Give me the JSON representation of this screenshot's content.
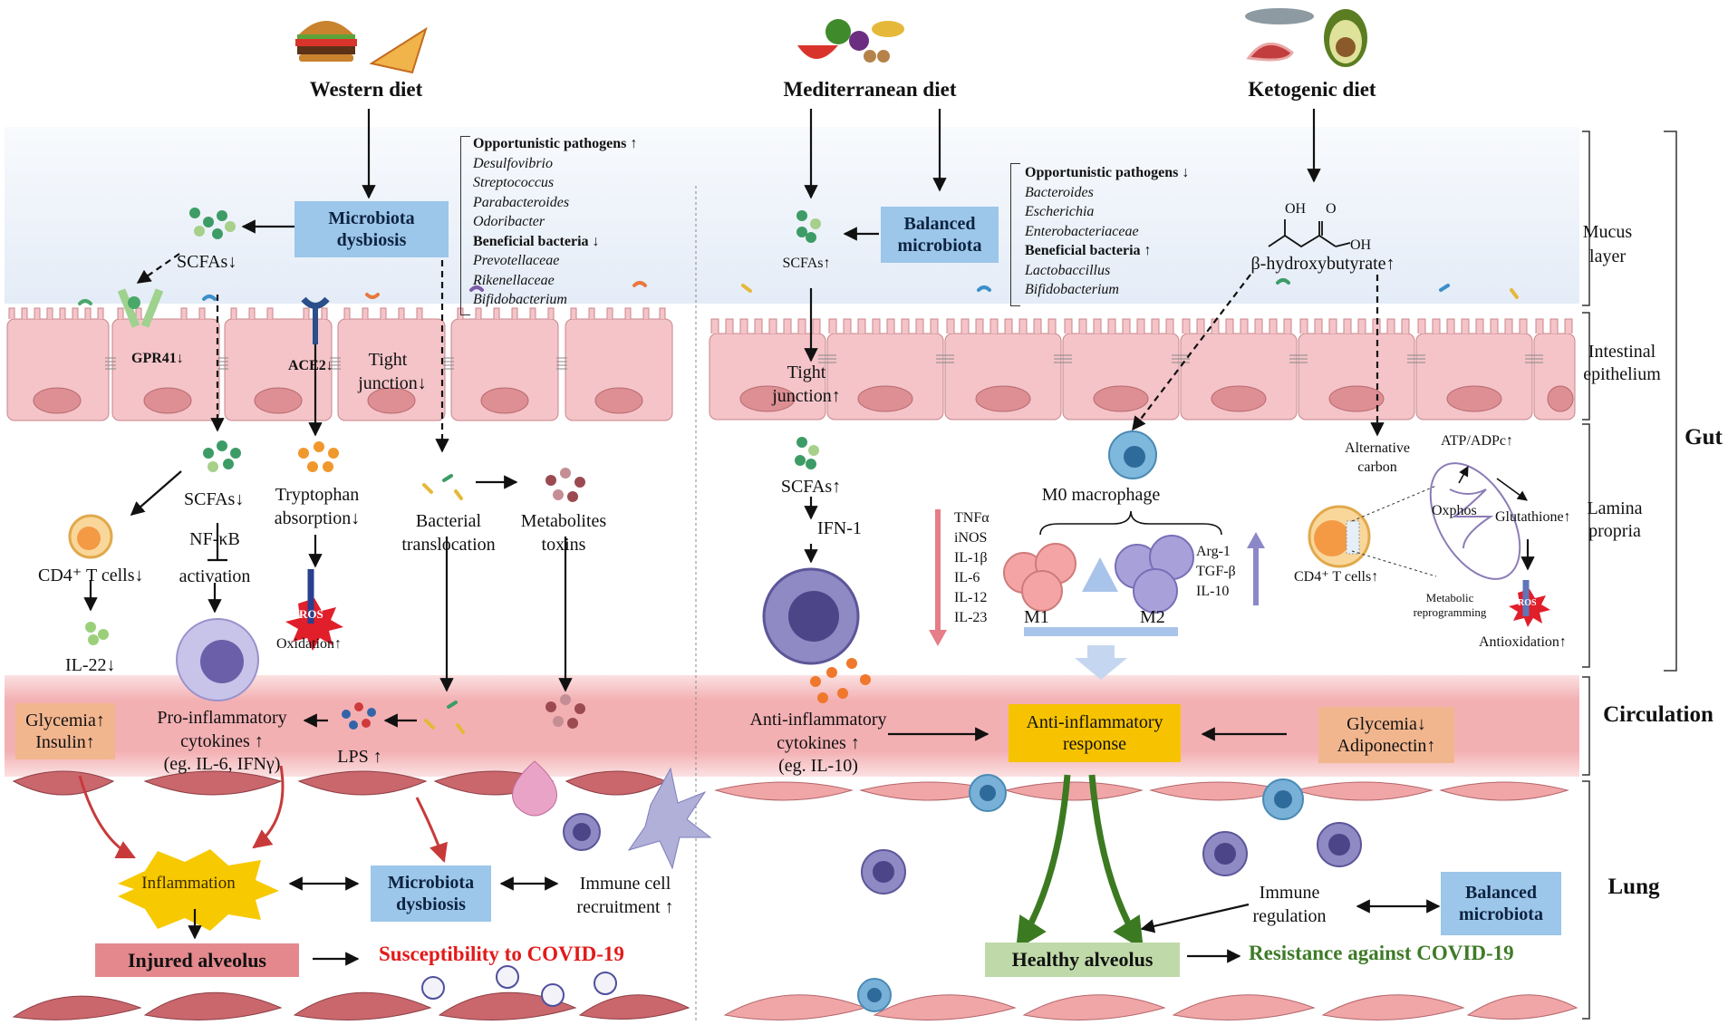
{
  "diets": {
    "western": "Western diet",
    "mediterranean": "Mediterranean diet",
    "ketogenic": "Ketogenic diet"
  },
  "layers": {
    "mucus": [
      "Mucus",
      "layer"
    ],
    "epithelium": [
      "Intestinal",
      "epithelium"
    ],
    "lamina": [
      "Lamina",
      "propria"
    ],
    "gut": "Gut",
    "circulation": "Circulation",
    "lung": "Lung"
  },
  "western": {
    "microbiota_box": [
      "Microbiota",
      "dysbiosis"
    ],
    "pathogens_list": [
      {
        "text": "Opportunistic pathogens ↑",
        "style": "bold"
      },
      {
        "text": "Desulfovibrio",
        "style": "italic"
      },
      {
        "text": "Streptococcus",
        "style": "italic"
      },
      {
        "text": "Parabacteroides",
        "style": "italic"
      },
      {
        "text": "Odoribacter",
        "style": "italic"
      },
      {
        "text": "Beneficial bacteria ↓",
        "style": "bold"
      },
      {
        "text": "Prevotellaceae",
        "style": "italic"
      },
      {
        "text": "Rikenellaceae",
        "style": "italic"
      },
      {
        "text": "Bifidobacterium",
        "style": "italic"
      }
    ],
    "scfa_top": "SCFAs↓",
    "gpr41": "GPR41↓",
    "ace2": "ACE2↓",
    "tight_junction": [
      "Tight",
      "junction↓"
    ],
    "scfa_mid": "SCFAs↓",
    "nfkb": [
      "NF-κB",
      "activation"
    ],
    "cd4": "CD4⁺ T cells↓",
    "il22": "IL-22↓",
    "tryptophan": [
      "Tryptophan",
      "absorption↓"
    ],
    "oxidation": "Oxidation↑",
    "ros": "ROS",
    "translocation": [
      "Bacterial",
      "translocation"
    ],
    "metabolites": [
      "Metabolites",
      "toxins"
    ],
    "glycemia_box": [
      "Glycemia↑",
      "Insulin↑"
    ],
    "proinflam": [
      "Pro-inflammatory",
      "cytokines ↑",
      "(eg. IL-6, IFNγ)"
    ],
    "lps": "LPS ↑",
    "inflammation": "Inflammation",
    "dysbiosis_box": [
      "Microbiota",
      "dysbiosis"
    ],
    "immune_recruit": [
      "Immune cell",
      "recruitment ↑"
    ],
    "injured": "Injured alveolus",
    "susceptibility": "Susceptibility to COVID-19"
  },
  "mediterranean": {
    "microbiota_box": [
      "Balanced",
      "microbiota"
    ],
    "pathogens_list": [
      {
        "text": "Opportunistic pathogens ↓",
        "style": "bold"
      },
      {
        "text": "Bacteroides",
        "style": "italic"
      },
      {
        "text": "Escherichia",
        "style": "italic"
      },
      {
        "text": "Enterobacteriaceae",
        "style": "italic"
      },
      {
        "text": "Beneficial bacteria ↑",
        "style": "bold"
      },
      {
        "text": "Lactobaccillus",
        "style": "italic"
      },
      {
        "text": "Bifidobacterium",
        "style": "italic"
      }
    ],
    "scfa_top": "SCFAs↑",
    "tight_junction": [
      "Tight",
      "junction↑"
    ],
    "scfa_mid": "SCFAs↑",
    "ifn": "IFN-1",
    "anti_cytokines": [
      "Anti-inflammatory",
      "cytokines ↑",
      "(eg. IL-10)"
    ],
    "anti_response_box": [
      "Anti-inflammatory",
      "response"
    ],
    "glycemia_box": [
      "Glycemia↓",
      "Adiponectin↑"
    ],
    "immune_reg": [
      "Immune",
      "regulation"
    ],
    "balanced_box": [
      "Balanced",
      "microbiota"
    ],
    "healthy": "Healthy alveolus",
    "resistance": "Resistance against COVID-19"
  },
  "ketogenic": {
    "oh1": "OH",
    "o": "O",
    "oh2": "OH",
    "bhb": "β-hydroxybutyrate↑",
    "m0": "M0 macrophage",
    "m1_list": [
      "TNFα",
      "iNOS",
      "IL-1β",
      "IL-6",
      "IL-12",
      "IL-23"
    ],
    "m2_list": [
      "Arg-1",
      "TGF-β",
      "IL-10"
    ],
    "m1": "M1",
    "m2": "M2",
    "alt_carbon": [
      "Alternative",
      "carbon"
    ],
    "atp": "ATP/ADPc↑",
    "oxphos": "Oxphos",
    "glutathione": "Glutathione↑",
    "cd4": "CD4⁺ T cells↑",
    "metabolic": [
      "Metabolic",
      "reprogramming"
    ],
    "antiox": "Antioxidation↑",
    "ros": "ROS"
  },
  "colors": {
    "mucus_band": "#edf2fa",
    "epithelium": "#f4c4c8",
    "circulation": "#f3b3b6",
    "lung_cell": "#e9a1a1",
    "blue_box": "#9cc6ea",
    "orange_box": "#f2b68f",
    "yellow_box": "#f7c300",
    "injured_box": "#e4888d",
    "healthy_box": "#bfd9a8",
    "susceptibility_text": "#e21a1a",
    "resistance_text": "#3e7b27"
  }
}
